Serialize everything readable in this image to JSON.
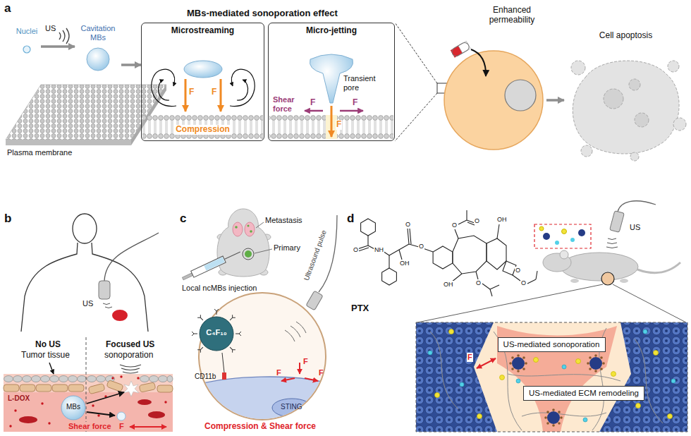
{
  "diagram": {
    "nodes": [
      {
        "text": [
          "Nuclei"
        ]
      },
      {
        "text": [
          "Cavitation MBs"
        ]
      },
      {
        "text": [
          "Microstreaming",
          "Compression"
        ]
      },
      {
        "text": [
          "Micro-jetting",
          "Transient pore",
          "Shear force"
        ]
      },
      {
        "text": [
          "Enhanced permeability"
        ]
      },
      {
        "text": [
          "Cell apoptosis"
        ]
      },
      {
        "text": [
          "MBs"
        ]
      },
      {
        "text": [
          "C₄F₁₀"
        ]
      },
      {
        "text": [
          "US-mediated sonoporation"
        ]
      },
      {
        "text": [
          "US-mediated ECM remodeling"
        ]
      }
    ],
    "edges": [
      {
        "from": 0,
        "to": 1,
        "arrow": "to"
      },
      {
        "from": 1,
        "to": 2,
        "arrow": "to"
      },
      {
        "from": 4,
        "to": 5,
        "arrow": "to"
      }
    ],
    "labels": [
      "a",
      "MBs-mediated sonoporation effect",
      "US",
      "Plasma membrane",
      "F",
      "F",
      "F",
      "F",
      "F",
      "b",
      "US",
      "No US",
      "Tumor tissue",
      "Focused US",
      "sonoporation",
      "L-DOX",
      "Shear force",
      "F",
      "c",
      "Metastasis",
      "Primary",
      "Local ncMBs injection",
      "Ultrasound pulse",
      "CD11b",
      "STING",
      "F",
      "F",
      "F",
      "Compression & Shear force",
      "d",
      "PTX",
      "O",
      "NH",
      "O",
      "OH",
      "O",
      "O",
      "O",
      "OH",
      "OH",
      "O",
      "O",
      "O",
      "US",
      "F"
    ]
  }
}
